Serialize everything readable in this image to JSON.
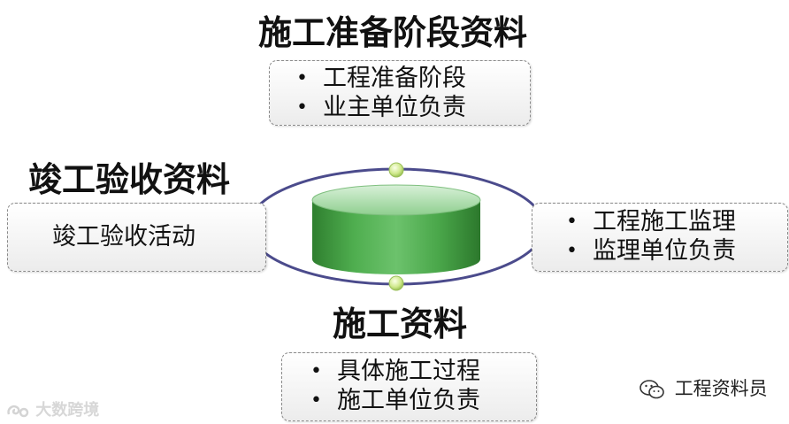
{
  "sections": {
    "top": {
      "title": "施工准备阶段资料",
      "bullets": [
        "工程准备阶段",
        "业主单位负责"
      ]
    },
    "left": {
      "title": "竣工验收资料",
      "text": "竣工验收活动"
    },
    "right": {
      "bullets": [
        "工程施工监理",
        "监理单位负责"
      ]
    },
    "bottom": {
      "title": "施工资料",
      "bullets": [
        "具体施工过程",
        "施工单位负责"
      ]
    }
  },
  "watermarks": {
    "left": "大数跨境",
    "right": "工程资料员"
  },
  "icons": {
    "left_logo": "swirl-logo-icon",
    "right_logo": "wechat-icon"
  },
  "colors": {
    "cylinder": "#3e9a3e",
    "ring": "#4a4a8a",
    "nodes": "#c8e68a"
  }
}
